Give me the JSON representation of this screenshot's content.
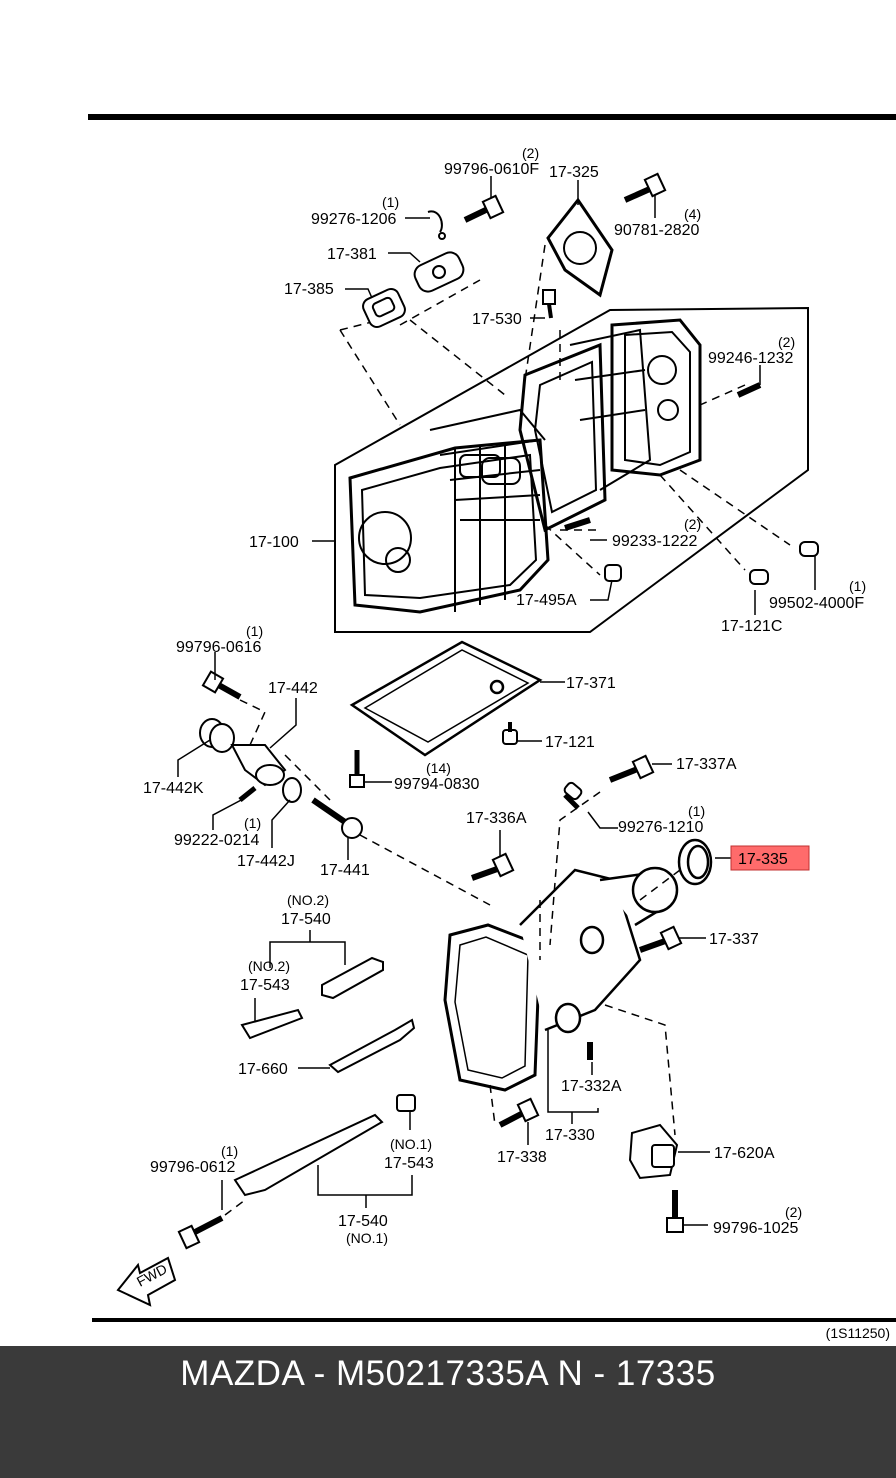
{
  "labels": {
    "p99796_0610F": "99796-0610F",
    "q99796_0610F": "(2)",
    "p17_325": "17-325",
    "p99276_1206": "99276-1206",
    "q99276_1206": "(1)",
    "p90781_2820": "90781-2820",
    "q90781_2820": "(4)",
    "p17_381": "17-381",
    "p17_385": "17-385",
    "p17_530": "17-530",
    "p99246_1232": "99246-1232",
    "q99246_1232": "(2)",
    "p17_100": "17-100",
    "p99233_1222": "99233-1222",
    "q99233_1222": "(2)",
    "p17_495A": "17-495A",
    "p99502_4000F": "99502-4000F",
    "q99502_4000F": "(1)",
    "p17_121C": "17-121C",
    "p99796_0616": "99796-0616",
    "q99796_0616": "(1)",
    "p17_442": "17-442",
    "p17_371": "17-371",
    "p17_121": "17-121",
    "p17_442K": "17-442K",
    "p99794_0830": "99794-0830",
    "q99794_0830": "(14)",
    "p17_337A": "17-337A",
    "p99222_0214": "99222-0214",
    "q99222_0214": "(1)",
    "p17_442J": "17-442J",
    "p17_441": "17-441",
    "p17_336A": "17-336A",
    "p99276_1210": "99276-1210",
    "q99276_1210": "(1)",
    "p17_335": "17-335",
    "p17_540_no2": "17-540",
    "q17_540_no2": "(NO.2)",
    "p17_543_no2": "17-543",
    "q17_543_no2": "(NO.2)",
    "p17_337": "17-337",
    "p17_660": "17-660",
    "p17_332A": "17-332A",
    "p17_330": "17-330",
    "p17_338": "17-338",
    "p17_543_no1": "17-543",
    "q17_543_no1": "(NO.1)",
    "p17_620A": "17-620A",
    "p99796_0612": "99796-0612",
    "q99796_0612": "(1)",
    "p17_540_no1": "17-540",
    "q17_540_no1": "(NO.1)",
    "p99796_1025": "99796-1025",
    "q99796_1025": "(2)",
    "fwd": "FWD"
  },
  "highlight": {
    "part": "17-335",
    "color": "#ff6b6b"
  },
  "ref_code": "(1S11250)",
  "footer": {
    "text": "MAZDA - M50217335A   N - 17335",
    "background": "#3a3a3a"
  }
}
